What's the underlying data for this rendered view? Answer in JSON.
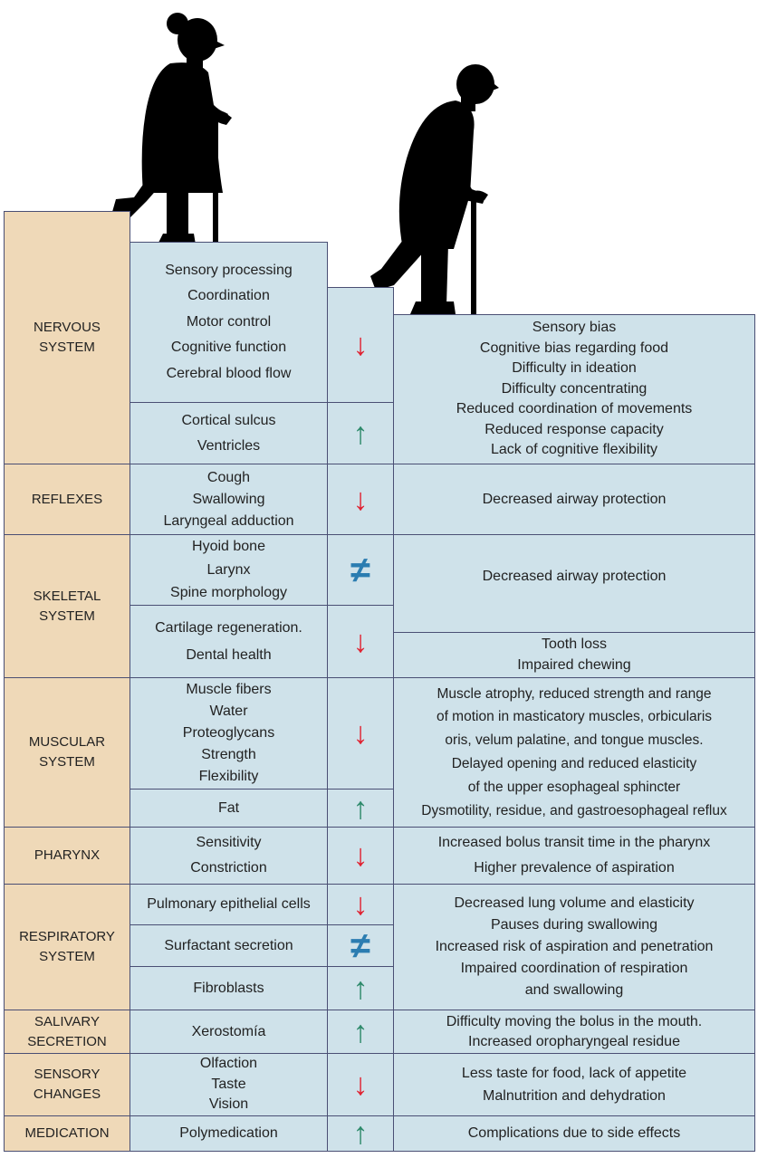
{
  "colors": {
    "system": "#efd9b8",
    "cell": "#cfe2ea",
    "border": "#4a4f74",
    "down": "#e02332",
    "up": "#2e8a6b",
    "neq": "#2b7db1"
  },
  "icons": {
    "woman": "elderly-woman-with-cane-icon",
    "man": "elderly-man-with-cane-icon",
    "down": "↓",
    "up": "↑",
    "neq": "≠"
  },
  "systems": [
    {
      "lines": [
        "NERVOUS",
        "SYSTEM"
      ]
    },
    {
      "lines": [
        "REFLEXES"
      ]
    },
    {
      "lines": [
        "SKELETAL",
        "SYSTEM"
      ]
    },
    {
      "lines": [
        "MUSCULAR",
        "SYSTEM"
      ]
    },
    {
      "lines": [
        "PHARYNX"
      ]
    },
    {
      "lines": [
        "RESPIRATORY",
        "SYSTEM"
      ]
    },
    {
      "lines": [
        "SALIVARY",
        "SECRETION"
      ]
    },
    {
      "lines": [
        "SENSORY",
        "CHANGES"
      ]
    },
    {
      "lines": [
        "MEDICATION"
      ]
    }
  ],
  "factors": [
    {
      "lines": [
        "Sensory processing",
        "Coordination",
        "Motor control",
        "Cognitive function",
        "Cerebral blood flow"
      ],
      "change": "down"
    },
    {
      "lines": [
        "Cortical sulcus",
        "Ventricles"
      ],
      "change": "up"
    },
    {
      "lines": [
        "Cough",
        "Swallowing",
        "Laryngeal adduction"
      ],
      "change": "down"
    },
    {
      "lines": [
        "Hyoid bone",
        "Larynx",
        "Spine morphology"
      ],
      "change": "neq"
    },
    {
      "lines": [
        "Cartilage regeneration.",
        "Dental health"
      ],
      "change": "down"
    },
    {
      "lines": [
        "Muscle fibers",
        "Water",
        "Proteoglycans",
        "Strength",
        "Flexibility"
      ],
      "change": "down"
    },
    {
      "lines": [
        "Fat"
      ],
      "change": "up"
    },
    {
      "lines": [
        "Sensitivity",
        "Constriction"
      ],
      "change": "down"
    },
    {
      "lines": [
        "Pulmonary epithelial cells"
      ],
      "change": "down"
    },
    {
      "lines": [
        "Surfactant secretion"
      ],
      "change": "neq"
    },
    {
      "lines": [
        "Fibroblasts"
      ],
      "change": "up"
    },
    {
      "lines": [
        "Xerostomía"
      ],
      "change": "up"
    },
    {
      "lines": [
        "Olfaction",
        "Taste",
        "Vision"
      ],
      "change": "down"
    },
    {
      "lines": [
        "Polymedication"
      ],
      "change": "up"
    }
  ],
  "effects": [
    {
      "lines": [
        "Sensory bias",
        "Cognitive bias regarding food",
        "Difficulty in ideation",
        "Difficulty concentrating",
        "Reduced coordination of movements",
        "Reduced response capacity",
        "Lack of cognitive flexibility"
      ]
    },
    {
      "lines": [
        "Decreased airway protection"
      ]
    },
    {
      "lines": [
        "Decreased airway protection"
      ]
    },
    {
      "lines": [
        "Tooth loss",
        "Impaired chewing"
      ]
    },
    {
      "lines": [
        "Muscle atrophy, reduced strength and range",
        "of motion in masticatory muscles, orbicularis",
        "oris, velum palatine, and tongue muscles.",
        "Delayed opening and reduced elasticity",
        "of the upper esophageal sphincter",
        "Dysmotility, residue, and gastroesophageal reflux"
      ]
    },
    {
      "lines": [
        "Increased bolus transit time in the pharynx",
        "Higher prevalence of aspiration"
      ]
    },
    {
      "lines": [
        "Decreased lung volume and elasticity",
        "Pauses during swallowing",
        "Increased risk of aspiration and penetration",
        "Impaired coordination of respiration",
        "and swallowing"
      ]
    },
    {
      "lines": [
        "Difficulty moving the bolus in the mouth.",
        "Increased oropharyngeal residue"
      ]
    },
    {
      "lines": [
        "Less taste for food, lack of appetite",
        "Malnutrition and dehydration"
      ]
    },
    {
      "lines": [
        "Complications due to side effects"
      ]
    }
  ]
}
